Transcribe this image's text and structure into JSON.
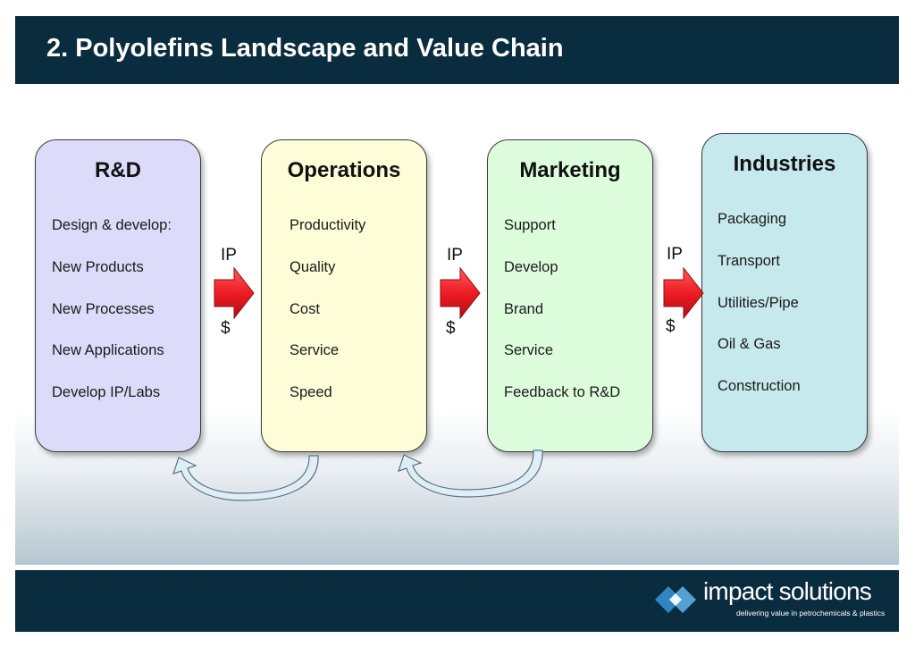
{
  "header": {
    "title": "2. Polyolefins Landscape and Value Chain"
  },
  "stages": [
    {
      "title": "R&D",
      "items": [
        "Design & develop:",
        "New Products",
        "New Processes",
        "New Applications",
        "Develop IP/Labs"
      ],
      "color": "#dcdcfa"
    },
    {
      "title": "Operations",
      "items": [
        "Productivity",
        "Quality",
        "Cost",
        "Service",
        "Speed"
      ],
      "color": "#fdfdd8"
    },
    {
      "title": "Marketing",
      "items": [
        "Support",
        "Develop",
        "Brand",
        "Service",
        "Feedback to R&D"
      ],
      "color": "#dcfcdc"
    },
    {
      "title": "Industries",
      "items": [
        "Packaging",
        "Transport",
        "Utilities/Pipe",
        "Oil & Gas",
        "Construction"
      ],
      "color": "#c6e9ee"
    }
  ],
  "flows": [
    {
      "top_label": "IP",
      "bottom_label": "$"
    },
    {
      "top_label": "IP",
      "bottom_label": "$"
    },
    {
      "top_label": "IP",
      "bottom_label": "$"
    }
  ],
  "colors": {
    "header_bg": "#0a2c3f",
    "arrow_red": "#ee1b24",
    "feedback_arrow": "#dfeef4"
  },
  "footer": {
    "logo_text": "impact solutions",
    "tagline": "delivering value in petrochemicals & plastics"
  }
}
